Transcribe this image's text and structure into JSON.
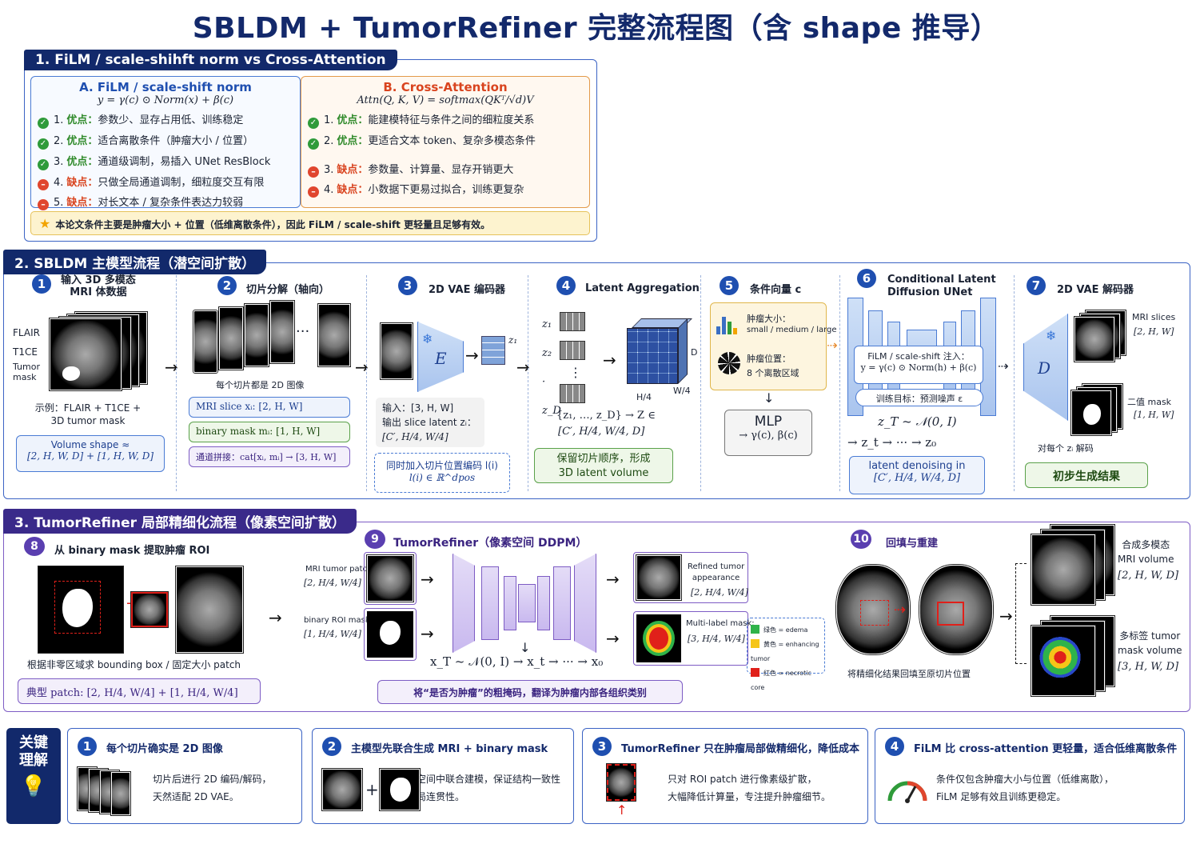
{
  "title": "SBLDM + TumorRefiner 完整流程图（含 shape 推导）",
  "sec1": {
    "head": "1. FiLM / scale-shihft norm vs Cross-Attention",
    "a_title": "A. FiLM / scale-shift norm",
    "a_formula": "y = γ(c) ⊙ Norm(x) + β(c)",
    "a_items": [
      {
        "type": "ok",
        "n": "1.",
        "tag": "优点：",
        "text": "参数少、显存占用低、训练稳定"
      },
      {
        "type": "ok",
        "n": "2.",
        "tag": "优点：",
        "text": "适合离散条件（肿瘤大小 / 位置）"
      },
      {
        "type": "ok",
        "n": "3.",
        "tag": "优点：",
        "text": "通道级调制，易插入 UNet ResBlock"
      },
      {
        "type": "no",
        "n": "4.",
        "tag": "缺点：",
        "text": "只做全局通道调制，细粒度交互有限"
      },
      {
        "type": "no",
        "n": "5.",
        "tag": "缺点：",
        "text": "对长文本 / 复杂条件表达力较弱"
      }
    ],
    "b_title": "B. Cross-Attention",
    "b_formula": "Attn(Q, K, V) = softmax(QKᵀ/√d)V",
    "b_items": [
      {
        "type": "ok",
        "n": "1.",
        "tag": "优点：",
        "text": "能建模特征与条件之间的细粒度关系"
      },
      {
        "type": "ok",
        "n": "2.",
        "tag": "优点：",
        "text": "更适合文本 token、复杂多模态条件"
      },
      {
        "type": "no",
        "n": "3.",
        "tag": "缺点：",
        "text": "参数量、计算量、显存开销更大"
      },
      {
        "type": "no",
        "n": "4.",
        "tag": "缺点：",
        "text": "小数据下更易过拟合，训练更复杂"
      }
    ],
    "note": "本论文条件主要是肿瘤大小 + 位置（低维离散条件），因此 FiLM / scale-shift 更轻量且足够有效。"
  },
  "sec2": {
    "head": "2. SBLDM 主模型流程（潜空间扩散）",
    "s1": {
      "n": "1",
      "label": "输入 3D 多模态\nMRI 体数据",
      "mods": [
        "FLAIR",
        "T1CE",
        "Tumor\nmask"
      ],
      "example": "示例：FLAIR + T1CE +\n3D tumor mask",
      "shape_label": "Volume shape ≈",
      "shape": "[2, H, W, D] + [1, H, W, D]"
    },
    "s2": {
      "n": "2",
      "label": "切片分解（轴向）",
      "dots": "···",
      "caption": "每个切片都是 2D 图像",
      "b1": "MRI slice xᵢ: [2, H, W]",
      "b2": "binary mask mᵢ: [1, H, W]",
      "b3": "通道拼接：cat[xᵢ, mᵢ] → [3, H, W]"
    },
    "s3": {
      "n": "3",
      "label": "2D VAE 编码器",
      "enc": "E",
      "z": "z₁",
      "in": "输入：[3, H, W]",
      "out": "输出 slice latent zᵢ：",
      "outshape": "[C′, H/4, W/4]",
      "pos1": "同时加入切片位置编码 l(i)",
      "pos2": "l(i) ∈ ℝ^dpos"
    },
    "s4": {
      "n": "4",
      "label": "Latent Aggregation",
      "zs": [
        "z₁",
        "z₂",
        "·",
        "z_D"
      ],
      "vdots": "⋮",
      "dimD": "D",
      "dimH": "H/4",
      "dimW": "W/4",
      "set": "{z₁, …, z_D} → Z ∈",
      "setshape": "[C′, H/4, W/4, D]",
      "box": "保留切片顺序，形成\n3D latent volume"
    },
    "s5": {
      "n": "5",
      "label": "条件向量 c",
      "size": "肿瘤大小：",
      "size_opts": "small / medium / large",
      "pos": "肿瘤位置：",
      "pos_opts": "8 个离散区域",
      "mlp": "MLP",
      "mlp_out": "→ γ(c), β(c)"
    },
    "s6": {
      "n": "6",
      "label": "Conditional Latent\nDiffusion UNet",
      "film": "FiLM / scale-shift 注入：",
      "film_f": "y = γ(c) ⊙ Norm(h) + β(c)",
      "target": "训练目标：预测噪声 ε",
      "zt": "z_T ~ 𝒩(0, I)",
      "chain": "→ z_t → ··· → z₀",
      "box1": "latent denoising in",
      "box2": "[C′, H/4, W/4, D]"
    },
    "s7": {
      "n": "7",
      "label": "2D VAE 解码器",
      "dec": "D",
      "out1": "MRI slices",
      "out1s": "[2, H, W]",
      "out2": "二值 mask",
      "out2s": "[1, H, W]",
      "decode": "对每个 zᵢ 解码",
      "result": "初步生成结果"
    }
  },
  "sec3": {
    "head": "3. TumorRefiner 局部精细化流程（像素空间扩散）",
    "s8": {
      "n": "8",
      "label": "从 binary mask 提取肿瘤 ROI",
      "caption": "根据非零区域求 bounding box / 固定大小 patch",
      "box": "典型 patch: [2, H/4, W/4] + [1, H/4, W/4]"
    },
    "s9": {
      "n": "9",
      "label": "TumorRefiner（像素空间 DDPM）",
      "in1": "MRI tumor patch",
      "in1s": "[2, H/4, W/4]",
      "in2": "binary ROI mask",
      "in2s": "[1, H/4, W/4]",
      "chain": "x_T ~ 𝒩(0, I) → x_t → ··· → x₀",
      "out1": "Refined tumor\nappearance",
      "out1s": "[2, H/4, W/4]",
      "out2": "Multi-label mask:",
      "out2s": "[3, H/4, W/4]",
      "legend": [
        {
          "color": "#2fb34a",
          "text": "绿色 = edema"
        },
        {
          "color": "#f5c518",
          "text": "黄色 = enhancing tumor"
        },
        {
          "color": "#e0201a",
          "text": "红色 = necrotic core"
        }
      ],
      "box": "将“是否为肿瘤”的粗掩码，翻译为肿瘤内部各组织类别"
    },
    "s10": {
      "n": "10",
      "label": "回填与重建",
      "caption": "将精细化结果回填至原切片位置",
      "out1": "合成多模态\nMRI volume",
      "out1s": "[2, H, W, D]",
      "out2": "多标签 tumor\nmask volume",
      "out2s": "[3, H, W, D]"
    }
  },
  "keys": {
    "title": "关键\n理解",
    "items": [
      {
        "n": "1",
        "title": "每个切片确实是 2D 图像",
        "text": "切片后进行 2D 编码/解码，\n天然适配 2D VAE。"
      },
      {
        "n": "2",
        "title": "主模型先联合生成 MRI + binary mask",
        "text": "在潜空间中联合建模，保证结构一致性\n与全局连贯性。"
      },
      {
        "n": "3",
        "title": "TumorRefiner 只在肿瘤局部做精细化，降低成本",
        "text": "只对 ROI patch 进行像素级扩散，\n大幅降低计算量，专注提升肿瘤细节。"
      },
      {
        "n": "4",
        "title": "FiLM 比 cross-attention 更轻量，适合低维离散条件",
        "text": "条件仅包含肿瘤大小与位置（低维离散），\nFiLM 足够有效且训练更稳定。"
      }
    ]
  },
  "colors": {
    "navy": "#12296b",
    "blue": "#3b63c4",
    "purple": "#5a3fb0"
  }
}
